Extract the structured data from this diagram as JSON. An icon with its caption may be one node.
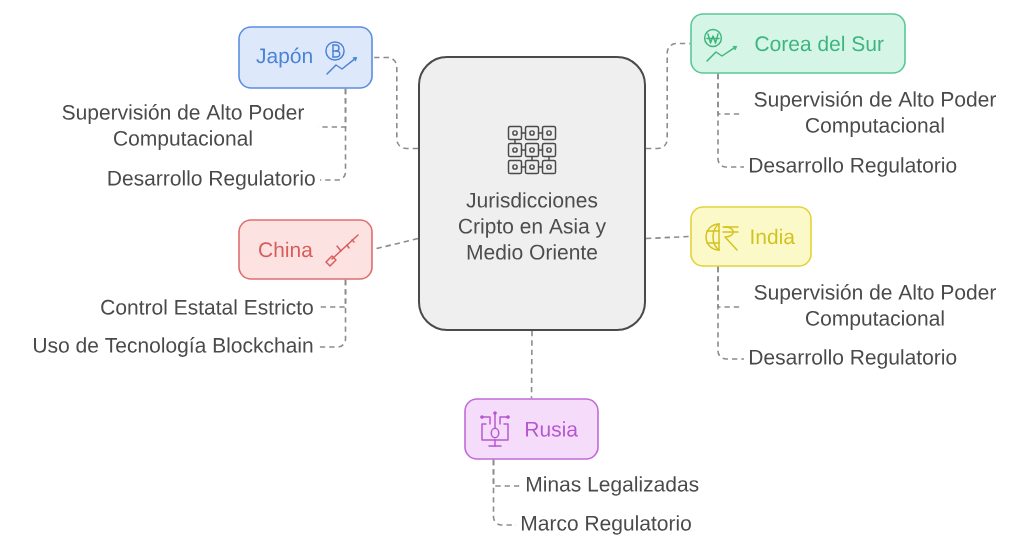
{
  "diagram": {
    "nodes": [
      {
        "text": [
          "Jurisdicciones Cripto en Asia y Medio Oriente"
        ]
      },
      {
        "text": [
          "Japón"
        ]
      },
      {
        "text": [
          "Supervisión de Alto Poder Computacional"
        ]
      },
      {
        "text": [
          "Desarrollo Regulatorio"
        ]
      },
      {
        "text": [
          "Corea del Sur"
        ]
      },
      {
        "text": [
          "Supervisión de Alto Poder Computacional"
        ]
      },
      {
        "text": [
          "Desarrollo Regulatorio"
        ]
      },
      {
        "text": [
          "China"
        ]
      },
      {
        "text": [
          "Control Estatal Estricto"
        ]
      },
      {
        "text": [
          "Uso de Tecnología Blockchain"
        ]
      },
      {
        "text": [
          "India"
        ]
      },
      {
        "text": [
          "Supervisión de Alto Poder Computacional"
        ]
      },
      {
        "text": [
          "Desarrollo Regulatorio"
        ]
      },
      {
        "text": [
          "Rusia"
        ]
      },
      {
        "text": [
          "Minas Legalizadas"
        ]
      },
      {
        "text": [
          "Marco Regulatorio"
        ]
      }
    ],
    "edges": [
      {
        "from": 0,
        "to": 1,
        "arrow": "none",
        "style": "dashed"
      },
      {
        "from": 1,
        "to": 2,
        "arrow": "none",
        "style": "dashed"
      },
      {
        "from": 1,
        "to": 3,
        "arrow": "none",
        "style": "dashed"
      },
      {
        "from": 0,
        "to": 4,
        "arrow": "none",
        "style": "dashed"
      },
      {
        "from": 4,
        "to": 5,
        "arrow": "none",
        "style": "dashed"
      },
      {
        "from": 4,
        "to": 6,
        "arrow": "none",
        "style": "dashed"
      },
      {
        "from": 0,
        "to": 7,
        "arrow": "none",
        "style": "dashed"
      },
      {
        "from": 7,
        "to": 8,
        "arrow": "none",
        "style": "dashed"
      },
      {
        "from": 7,
        "to": 9,
        "arrow": "none",
        "style": "dashed"
      },
      {
        "from": 0,
        "to": 10,
        "arrow": "none",
        "style": "dashed"
      },
      {
        "from": 10,
        "to": 11,
        "arrow": "none",
        "style": "dashed"
      },
      {
        "from": 10,
        "to": 12,
        "arrow": "none",
        "style": "dashed"
      },
      {
        "from": 0,
        "to": 13,
        "arrow": "none",
        "style": "dashed"
      },
      {
        "from": 13,
        "to": 14,
        "arrow": "none",
        "style": "dashed"
      },
      {
        "from": 13,
        "to": 15,
        "arrow": "none",
        "style": "dashed"
      }
    ]
  }
}
